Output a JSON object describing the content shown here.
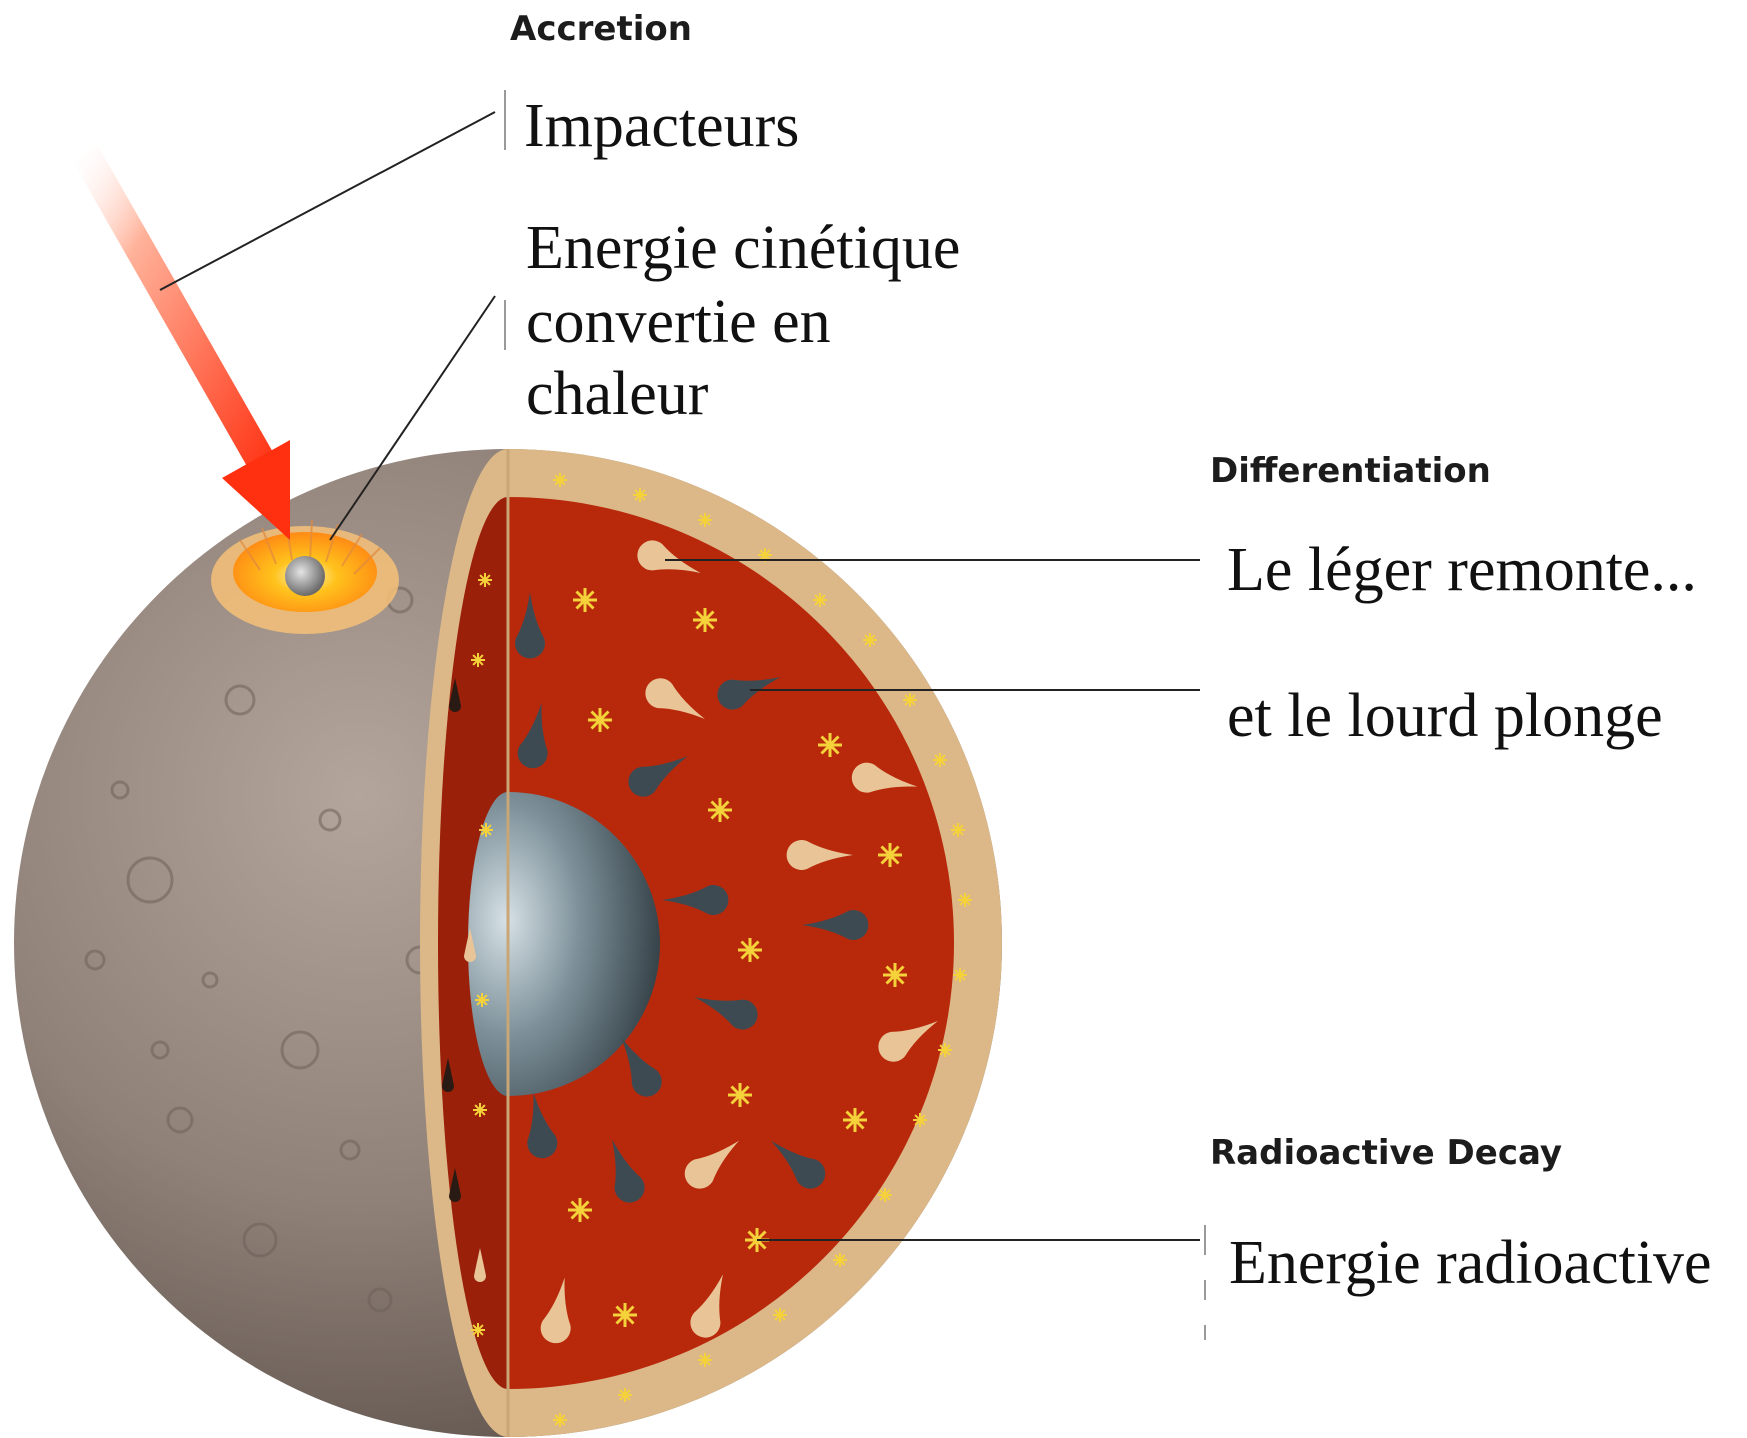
{
  "sections": {
    "accretion": {
      "heading": "Accretion",
      "labels": [
        "Impacteurs",
        "Energie cinétique",
        "convertie en",
        "chaleur"
      ]
    },
    "differentiation": {
      "heading": "Differentiation",
      "labels": [
        "Le léger remonte...",
        "et le lourd plonge"
      ]
    },
    "radioactive": {
      "heading": "Radioactive Decay",
      "labels": [
        "Energie radioactive"
      ]
    }
  },
  "colors": {
    "surface": "#8f8178",
    "crust": "#dcb888",
    "mantle": "#b8290c",
    "core": "#6f828c",
    "heavy_drop": "#3e4a52",
    "light_drop": "#e9c497",
    "spark": "#f5d23a",
    "impact_arrow": "#ff3010",
    "leader_line": "#222222"
  },
  "icons": {
    "impactor": "impactor-arrow-icon",
    "crater": "impact-crater-icon",
    "spark": "radioactive-spark-icon",
    "heavy_drop": "heavy-droplet-icon",
    "light_drop": "light-droplet-icon"
  }
}
